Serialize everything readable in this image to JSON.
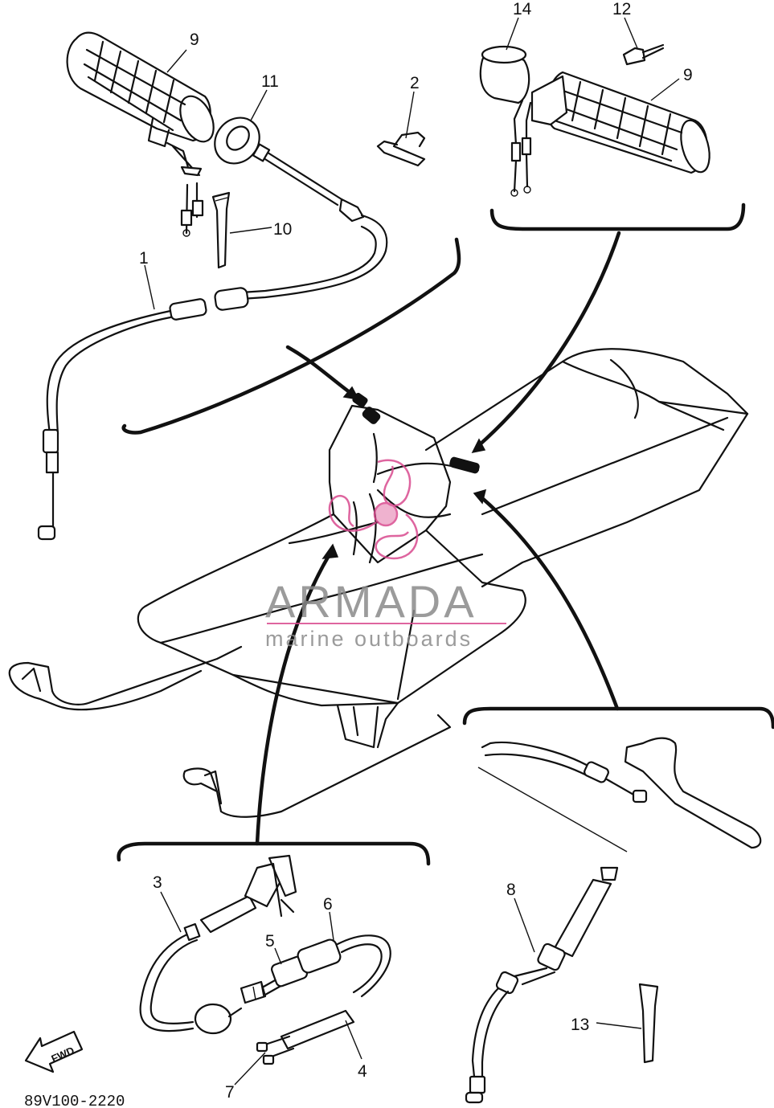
{
  "diagram": {
    "callouts": {
      "c1": "1",
      "c2": "2",
      "c3": "3",
      "c4": "4",
      "c5": "5",
      "c6": "6",
      "c7": "7",
      "c8": "8",
      "c9a": "9",
      "c9b": "9",
      "c10": "10",
      "c11": "11",
      "c12": "12",
      "c13": "13",
      "c14": "14"
    },
    "direction_label": "FWD",
    "drawing_code": "89V100-2220"
  },
  "watermark": {
    "brand": "ARMADA",
    "tagline": "marine outboards",
    "colors": {
      "text": "#8a8a8a",
      "accent": "#d94b8f"
    }
  }
}
